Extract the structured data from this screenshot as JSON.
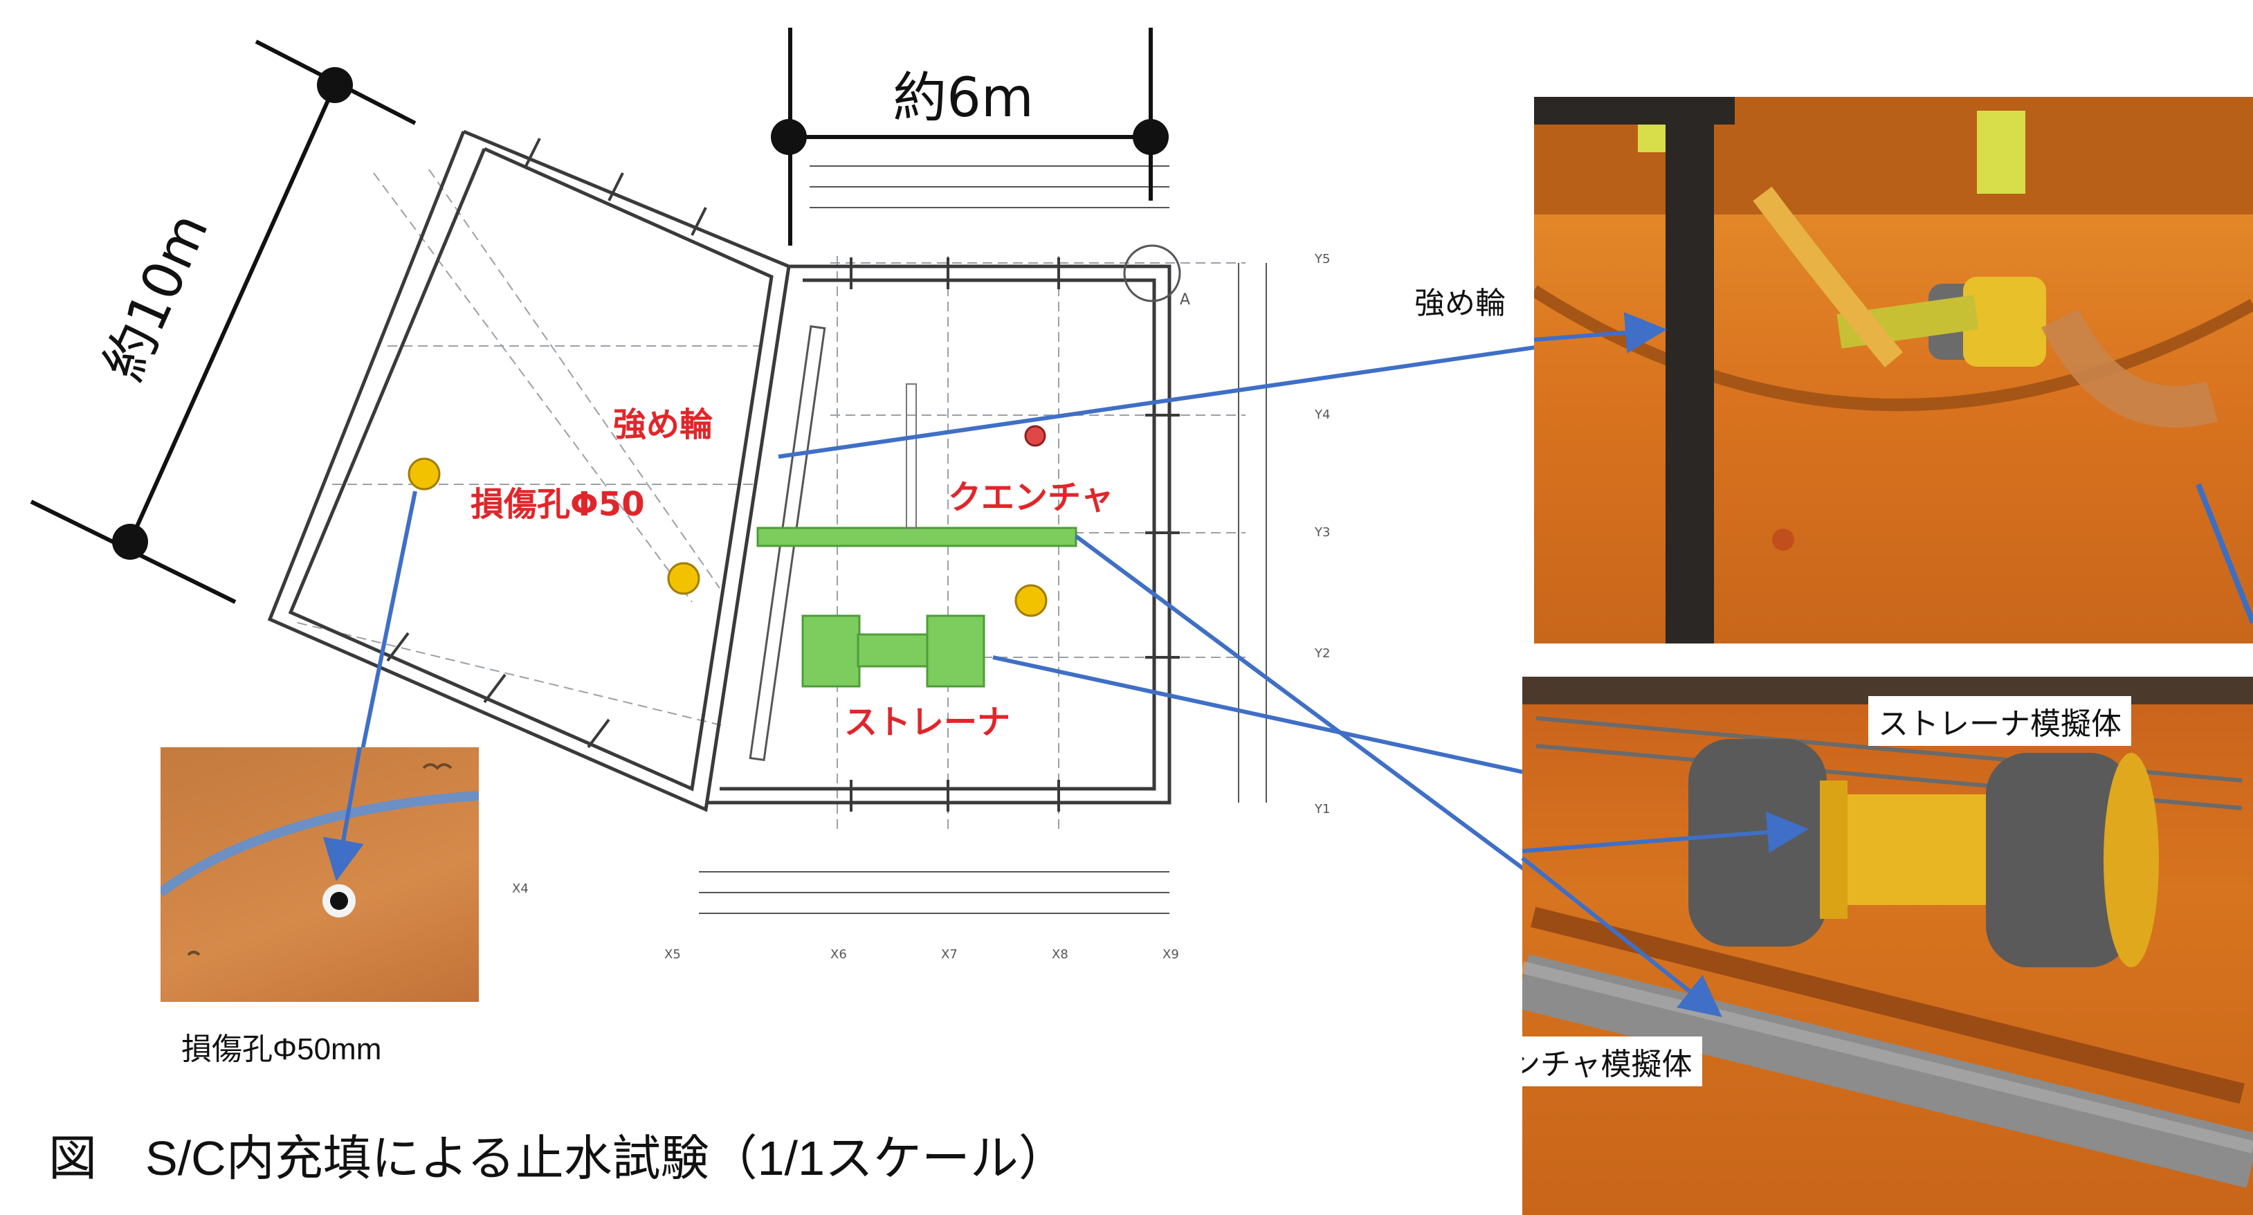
{
  "figure_title": "図　S/C内充填による止水試験（1/1スケール）",
  "dimensions": {
    "width": "約10m",
    "height": "約6m"
  },
  "labels": {
    "reinforcement_ring": "強め輪",
    "quencher": "クエンチャ",
    "strainer": "ストレーナ",
    "damage_hole": "損傷孔Φ50",
    "strainer_mockup": "ストレーナ模擬体",
    "quencher_mockup": "クエンチャ模擬体",
    "damage_hole_photo": "損傷孔Φ50mm"
  },
  "grid_labels": {
    "rows": [
      "Y5",
      "Y4",
      "Y3",
      "Y2",
      "Y1"
    ],
    "cols": [
      "X5",
      "X6",
      "X7",
      "X8",
      "X9"
    ],
    "diag": "X4",
    "point_a": "A"
  },
  "colors": {
    "arrow": "#3f6fc6",
    "highlight_green": "#7ccc5e",
    "marker_yellow": "#f2c200",
    "marker_red": "#e04848",
    "label_red": "#e0262a",
    "photo_orange": "#d9731f"
  }
}
